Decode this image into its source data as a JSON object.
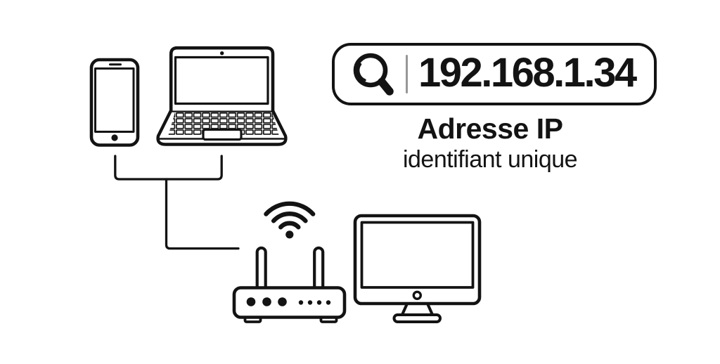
{
  "background_color": "#ffffff",
  "ink_color": "#131313",
  "search_bar": {
    "value": "192.168.1.34",
    "icon": "search-icon",
    "divider_color": "#979797"
  },
  "caption": {
    "title": "Adresse IP",
    "subtitle": "identifiant unique"
  },
  "diagram": {
    "nodes": [
      {
        "id": "smartphone",
        "icon": "smartphone-icon"
      },
      {
        "id": "laptop",
        "icon": "laptop-icon"
      },
      {
        "id": "router",
        "icon": "wifi-router-icon"
      },
      {
        "id": "desktop-monitor",
        "icon": "desktop-monitor-icon"
      }
    ],
    "edges": [
      {
        "from": "smartphone",
        "to": "router",
        "type": "wired-line"
      },
      {
        "from": "laptop",
        "to": "router",
        "type": "wired-line"
      }
    ],
    "signals": [
      {
        "at": "router",
        "icon": "wifi-signal-icon"
      }
    ]
  }
}
